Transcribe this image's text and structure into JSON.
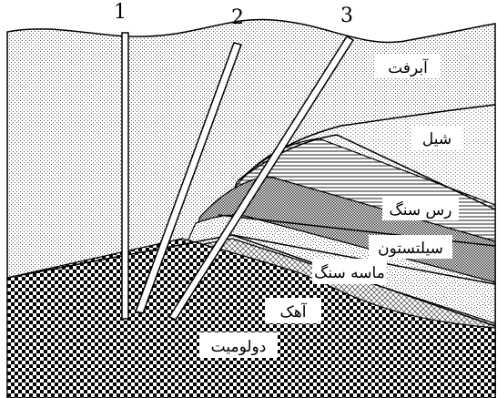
{
  "boreholes": [
    {
      "id": "1"
    },
    {
      "id": "2"
    },
    {
      "id": "3"
    }
  ],
  "layers": [
    {
      "label": "آبرفت"
    },
    {
      "label": "شیل"
    },
    {
      "label": "رس سنگ"
    },
    {
      "label": "سیلتستون"
    },
    {
      "label": "ماسه سنگ"
    },
    {
      "label": "آهک"
    },
    {
      "label": "دولومیت"
    }
  ]
}
